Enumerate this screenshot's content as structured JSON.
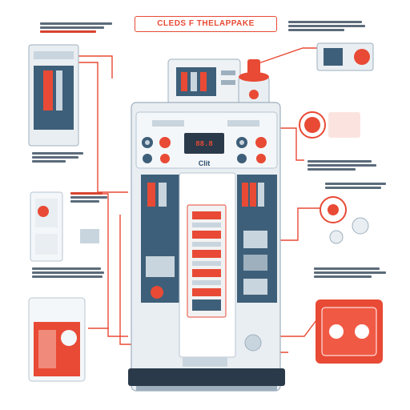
{
  "title": "CLEDS F THELAPPAKE",
  "main_unit": {
    "display": "88.8",
    "logo": "Clit"
  },
  "colors": {
    "accent": "#e84a35",
    "steel": "#3e5f79",
    "panel": "#e9eef2",
    "dark": "#2b3a4a"
  },
  "icons": [
    "power-icon",
    "dial-icon",
    "gauge-icon",
    "valve-icon"
  ]
}
